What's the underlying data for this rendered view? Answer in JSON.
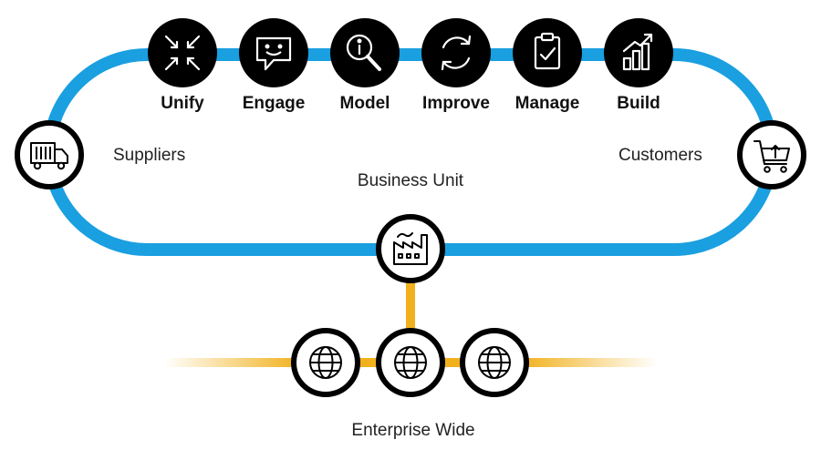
{
  "steps": [
    {
      "label": "Unify",
      "icon": "arrows-inward-icon"
    },
    {
      "label": "Engage",
      "icon": "chat-smile-icon"
    },
    {
      "label": "Model",
      "icon": "magnifier-info-icon"
    },
    {
      "label": "Improve",
      "icon": "refresh-cycle-icon"
    },
    {
      "label": "Manage",
      "icon": "clipboard-check-icon"
    },
    {
      "label": "Build",
      "icon": "growth-bars-icon"
    }
  ],
  "suppliers": {
    "label": "Suppliers",
    "icon": "delivery-truck-icon"
  },
  "customers": {
    "label": "Customers",
    "icon": "shopping-cart-icon"
  },
  "business_unit": {
    "label": "Business Unit",
    "icon": "factory-icon"
  },
  "enterprise": {
    "label": "Enterprise Wide",
    "icon": "globe-icon",
    "count": 3
  },
  "colors": {
    "loop": "#1a9fe0",
    "link": "#f1b11c",
    "node_fill": "#000000",
    "node_ring": "#000000",
    "icon_light": "#ffffff"
  }
}
